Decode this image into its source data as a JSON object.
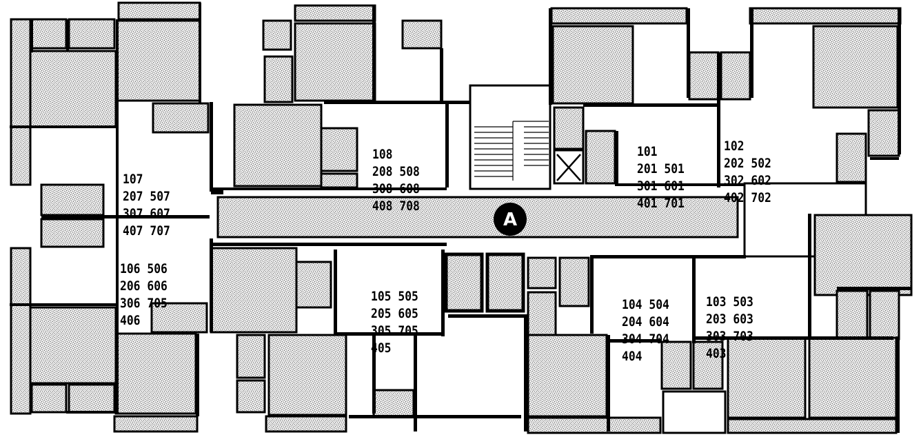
{
  "plan": {
    "core_marker": "A",
    "colors": {
      "ink": "#000000",
      "paper": "#ffffff",
      "stipple": "#bdbdbd"
    },
    "units": {
      "u108": [
        "108",
        "208 508",
        "308 608",
        "408 708"
      ],
      "u107": [
        "107",
        "207 507",
        "307 607",
        "407 707"
      ],
      "u106": [
        "106 506",
        "206 606",
        "306 705",
        "406"
      ],
      "u105": [
        "105 505",
        "205 605",
        "305 705",
        "405"
      ],
      "u101": [
        "101",
        "201 501",
        "301 601",
        "401 701"
      ],
      "u102": [
        "102",
        "202 502",
        "302 602",
        "402 702"
      ],
      "u104": [
        "104 504",
        "204 604",
        "304 704",
        "404"
      ],
      "u103": [
        "103 503",
        "203 603",
        "303 703",
        "403"
      ]
    }
  }
}
